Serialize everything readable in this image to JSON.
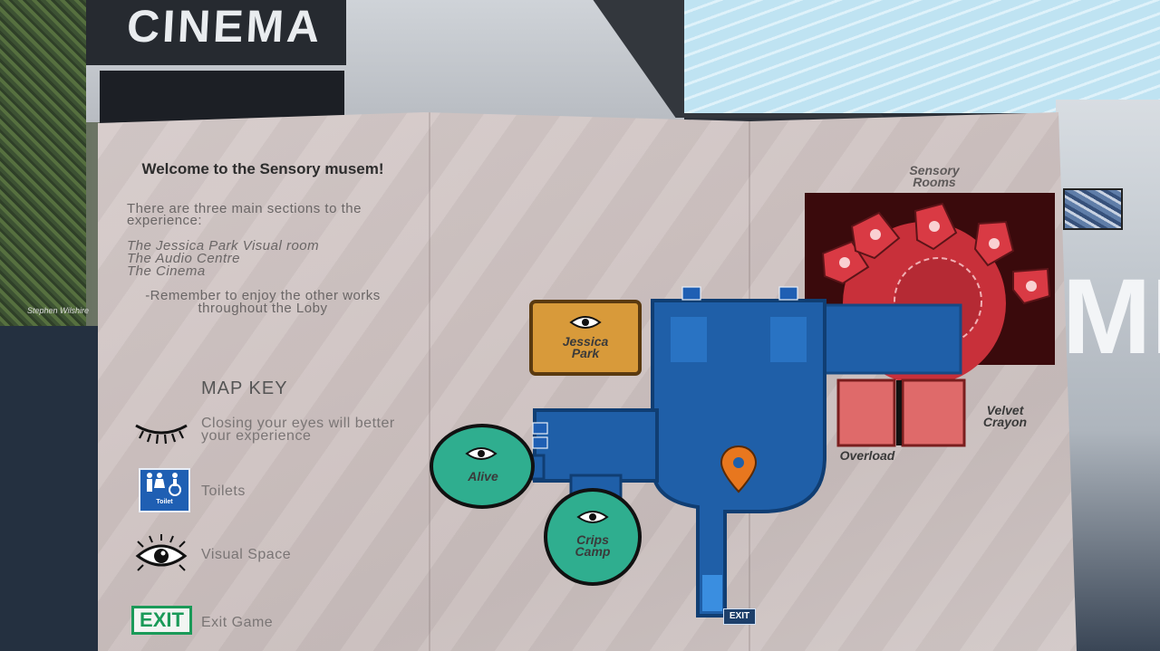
{
  "scene": {
    "cinema_sign": "CINEMA",
    "right_wall_text": "ME",
    "artist_signature": "Stephen Wilshire"
  },
  "map": {
    "welcome_title": "Welcome to the Sensory musem!",
    "intro": "There are three main sections to the experience:",
    "sections": [
      "The Jessica Park Visual room",
      "The Audio Centre",
      "The Cinema"
    ],
    "reminder": "-Remember to enjoy the other works throughout the Loby",
    "key_title": "MAP KEY",
    "key": {
      "closed_eyes_label": "Closing your eyes will better your experience",
      "toilets_label": "Toilets",
      "toilet_icon_text": "Toilet",
      "visual_label": "Visual Space",
      "exit_icon_text": "EXIT",
      "exit_label": "Exit Game"
    },
    "rooms": {
      "jessica_park": "Jessica Park",
      "alive": "Alive",
      "crips_camp": "Crips Camp",
      "sensory_rooms": "Sensory Rooms",
      "velvet_crayon": "Velvet Crayon",
      "overload": "Overload",
      "map_exit": "EXIT"
    }
  },
  "colors": {
    "paper": "#d0c5c4",
    "floor_blue": "#1f5fa8",
    "jessica_orange": "#d89a3a",
    "visual_teal": "#2fae8f",
    "sensory_red": "#c8303a",
    "overload_pink": "#df6a6a",
    "pin_orange": "#e8771e",
    "exit_green": "#1a9a58"
  }
}
